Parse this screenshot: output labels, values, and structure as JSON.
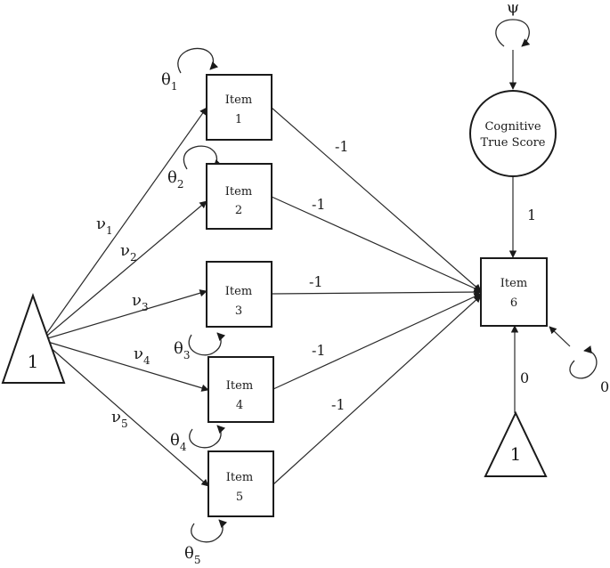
{
  "items": [
    {
      "id": "item1",
      "line1": "Item",
      "line2": "1"
    },
    {
      "id": "item2",
      "line1": "Item",
      "line2": "2"
    },
    {
      "id": "item3",
      "line1": "Item",
      "line2": "3"
    },
    {
      "id": "item4",
      "line1": "Item",
      "line2": "4"
    },
    {
      "id": "item5",
      "line1": "Item",
      "line2": "5"
    },
    {
      "id": "item6",
      "line1": "Item",
      "line2": "6"
    }
  ],
  "intercepts": {
    "left": "1",
    "right": "1"
  },
  "latent": {
    "line1": "Cognitive",
    "line2": "True Score",
    "variance_label": "ψ"
  },
  "loadings": [
    {
      "greek": "ν",
      "sub": "1"
    },
    {
      "greek": "ν",
      "sub": "2"
    },
    {
      "greek": "ν",
      "sub": "3"
    },
    {
      "greek": "ν",
      "sub": "4"
    },
    {
      "greek": "ν",
      "sub": "5"
    }
  ],
  "residuals": [
    {
      "greek": "θ",
      "sub": "1"
    },
    {
      "greek": "θ",
      "sub": "2"
    },
    {
      "greek": "θ",
      "sub": "3"
    },
    {
      "greek": "θ",
      "sub": "4"
    },
    {
      "greek": "θ",
      "sub": "5"
    }
  ],
  "item_to_item6_weights": [
    "-1",
    "-1",
    "-1",
    "-1",
    "-1"
  ],
  "latent_to_item6_weight": "1",
  "intercept_to_item6_weight": "0",
  "item6_residual": "0"
}
